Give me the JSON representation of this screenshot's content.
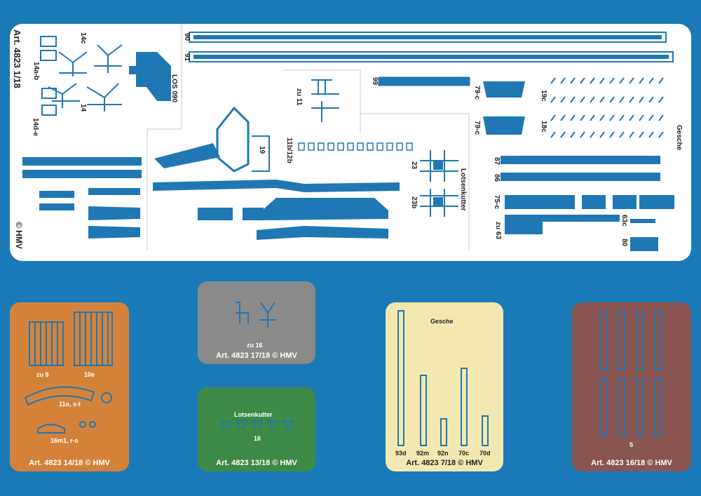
{
  "main": {
    "article": "Art. 4823 1/18",
    "copyright": "© HMV",
    "labels": {
      "l14c": "14c",
      "l14ab": "14a-b",
      "l14de": "14d-e",
      "l14": "14",
      "l090": "LOS 090",
      "l90": "90",
      "l91": "91",
      "l99": "99",
      "lzu11": "zu 11",
      "l19": "19",
      "l11b": "11b/12b",
      "l79c1": "79-c",
      "l79c2": "79-c",
      "l19c": "19c",
      "l18c": "18c",
      "lgesche": "Gesche",
      "l23": "23",
      "l23b": "23b",
      "llots": "Lotsenkutter",
      "l87": "87",
      "l86": "86",
      "l75c": "75-c",
      "lzu63": "zu 63",
      "l63c": "63c",
      "l80": "80"
    }
  },
  "cards": {
    "orange": {
      "footer": "Art. 4823 14/18 © HMV",
      "l1": "zu 9",
      "l2": "10e",
      "l3": "11o, s-t",
      "l4": "16m1, r-s",
      "color": "#d4823a"
    },
    "grey": {
      "footer": "Art. 4823 17/18 © HMV",
      "l1": "zu 16",
      "color": "#8a8a8a"
    },
    "green": {
      "footer": "Art. 4823 13/18 © HMV",
      "title": "Lotsenkutter",
      "l1": "16",
      "color": "#3d8a46"
    },
    "yellow": {
      "footer": "Art. 4823 7/18 © HMV",
      "title": "Gesche",
      "labels": [
        "93d",
        "92m",
        "92n",
        "70c",
        "70d"
      ],
      "color": "#f3e9b0"
    },
    "brown": {
      "footer": "Art. 4823 16/18 © HMV",
      "l1": "5",
      "color": "#8a5550"
    }
  },
  "colors": {
    "background": "#1a7ab8",
    "part": "#1f78b4"
  }
}
